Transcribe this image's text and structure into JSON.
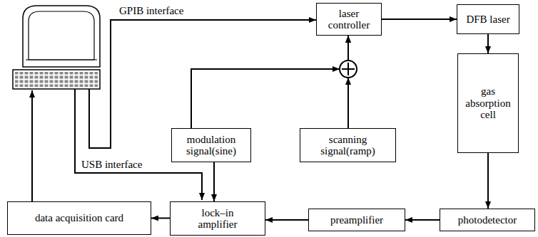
{
  "diagram": {
    "nodes": [
      {
        "text": [
          "laser controller"
        ]
      },
      {
        "text": [
          "DFB laser"
        ]
      },
      {
        "text": [
          "gas absorption cell"
        ]
      },
      {
        "text": [
          "modulation signal(sine)"
        ]
      },
      {
        "text": [
          "scanning signal(ramp)"
        ]
      },
      {
        "text": [
          "data acquisition card"
        ]
      },
      {
        "text": [
          "lock–in amplifier"
        ]
      },
      {
        "text": [
          "preamplifier"
        ]
      },
      {
        "text": [
          "photodetector"
        ]
      }
    ],
    "edges": [
      {
        "from": 0,
        "to": 1,
        "arrow": "to"
      },
      {
        "from": 1,
        "to": 2,
        "arrow": "to"
      },
      {
        "from": 2,
        "to": 8,
        "arrow": "to"
      },
      {
        "from": 8,
        "to": 7,
        "arrow": "to"
      },
      {
        "from": 7,
        "to": 6,
        "arrow": "to"
      },
      {
        "from": 6,
        "to": 5,
        "arrow": "to"
      },
      {
        "from": 3,
        "to": 0,
        "arrow": "to"
      },
      {
        "from": 4,
        "to": 0,
        "arrow": "to"
      },
      {
        "from": 3,
        "to": 6,
        "arrow": "to"
      }
    ],
    "labels": [
      "GPIB interface",
      "USB interface"
    ]
  }
}
